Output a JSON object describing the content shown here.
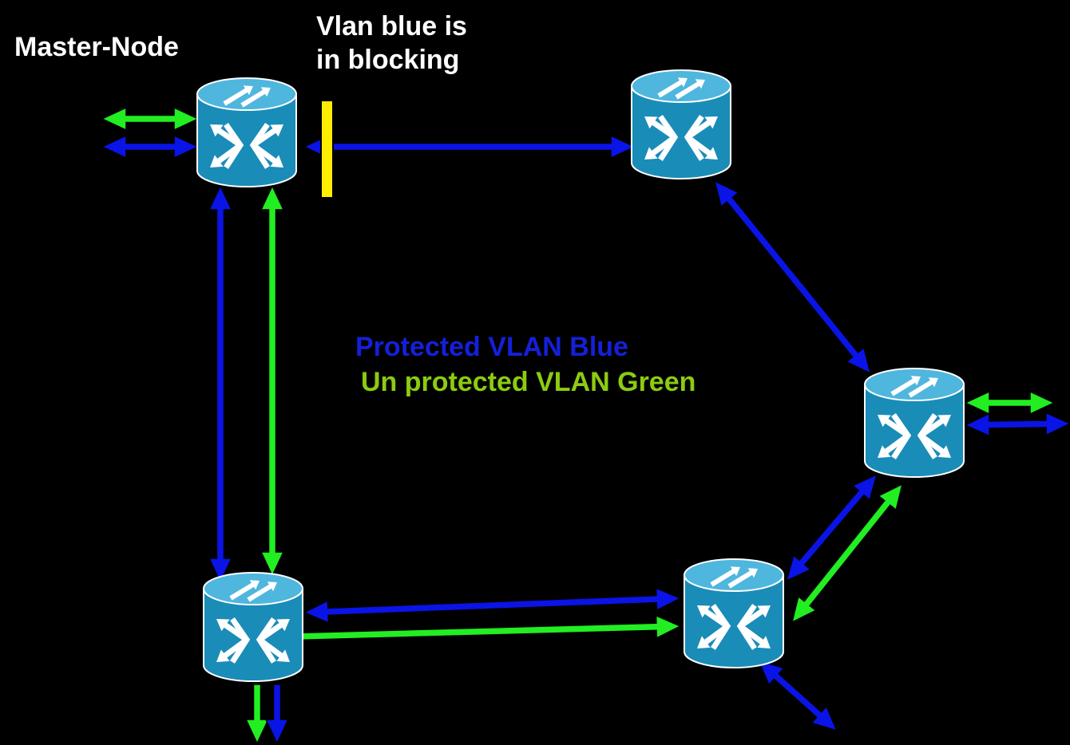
{
  "labels": {
    "master_node": "Master-Node",
    "blocking_line1": "Vlan blue is",
    "blocking_line2": "in blocking",
    "protected_vlan": "Protected VLAN Blue",
    "unprotected_vlan": "Un protected VLAN Green"
  },
  "colors": {
    "background": "#000000",
    "blue_vlan": "#0a14e6",
    "green_vlan": "#22ee22",
    "protected_text": "#1420d8",
    "unprotected_text": "#8ccc10",
    "blocking_marker": "#ffee00",
    "switch_body": "#1a8cb8",
    "switch_top": "#4fb6de",
    "label_text": "#ffffff"
  },
  "nodes": [
    {
      "id": "master-node-switch",
      "icon": "switch-icon"
    },
    {
      "id": "top-right-switch",
      "icon": "switch-icon"
    },
    {
      "id": "right-switch",
      "icon": "switch-icon"
    },
    {
      "id": "bottom-right-switch",
      "icon": "switch-icon"
    },
    {
      "id": "bottom-left-switch",
      "icon": "switch-icon"
    }
  ],
  "links": [
    {
      "name": "master-external-green",
      "vlan": "green"
    },
    {
      "name": "master-external-blue",
      "vlan": "blue"
    },
    {
      "name": "master-to-top-right-blue",
      "vlan": "blue"
    },
    {
      "name": "top-right-to-right-blue",
      "vlan": "blue"
    },
    {
      "name": "master-to-bottom-left-blue",
      "vlan": "blue"
    },
    {
      "name": "master-to-bottom-left-green",
      "vlan": "green"
    },
    {
      "name": "bottom-left-to-bottom-right-blue",
      "vlan": "blue"
    },
    {
      "name": "bottom-left-to-bottom-right-green",
      "vlan": "green"
    },
    {
      "name": "right-to-bottom-right-blue",
      "vlan": "blue"
    },
    {
      "name": "right-to-bottom-right-green",
      "vlan": "green"
    },
    {
      "name": "right-external-green",
      "vlan": "green"
    },
    {
      "name": "right-external-blue",
      "vlan": "blue"
    },
    {
      "name": "bottom-left-external-green",
      "vlan": "green"
    },
    {
      "name": "bottom-left-external-blue",
      "vlan": "blue"
    },
    {
      "name": "bottom-right-external-blue",
      "vlan": "blue"
    }
  ]
}
